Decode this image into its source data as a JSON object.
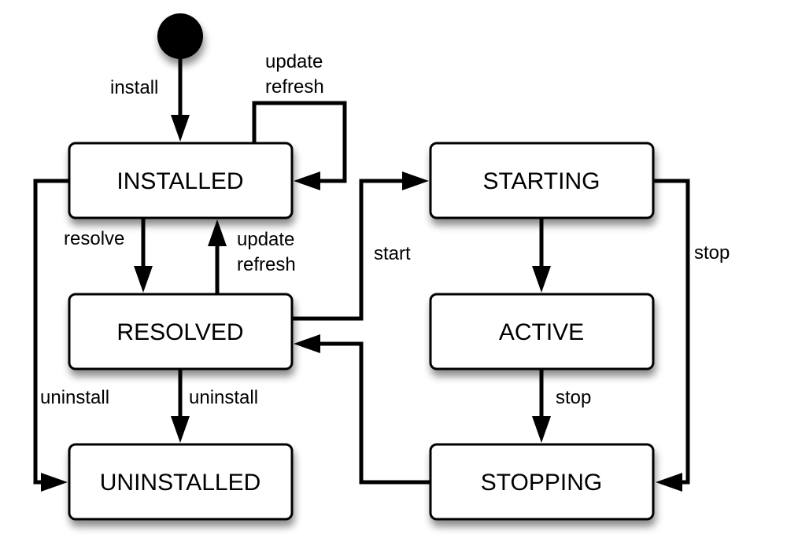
{
  "states": {
    "installed": "INSTALLED",
    "resolved": "RESOLVED",
    "uninstalled": "UNINSTALLED",
    "starting": "STARTING",
    "active": "ACTIVE",
    "stopping": "STOPPING"
  },
  "transitions": {
    "install": "install",
    "update_refresh_self": [
      "update",
      "refresh"
    ],
    "resolve": "resolve",
    "update_refresh_from_resolved": [
      "update",
      "refresh"
    ],
    "uninstall_from_installed": "uninstall",
    "uninstall_from_resolved": "uninstall",
    "start": "start",
    "stop_from_starting": "stop",
    "stop_from_active": "stop"
  }
}
